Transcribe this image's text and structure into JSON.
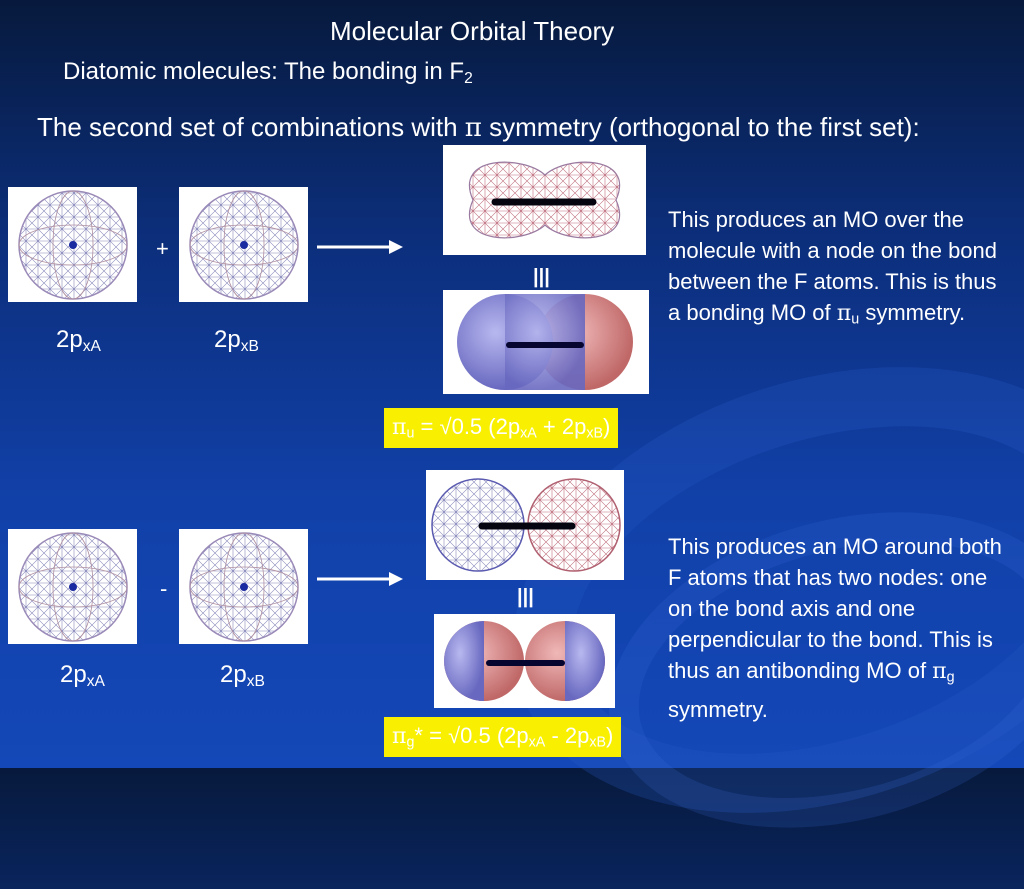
{
  "title": "Molecular Orbital Theory",
  "subtitle": {
    "prefix": "Diatomic molecules: The bonding in F",
    "sub": "2"
  },
  "intro": {
    "before": "The second set of combinations with ",
    "pi": "π",
    "after": " symmetry (orthogonal to the first set):"
  },
  "top": {
    "operator": "+",
    "equiv": "|||",
    "labelA": {
      "main": "2p",
      "sub": "xA"
    },
    "labelB": {
      "main": "2p",
      "sub": "xB"
    },
    "desc": {
      "before": "This produces an MO over the molecule with a node on the bond between the F atoms.  This is thus a bonding MO of ",
      "pi": "π",
      "sub": "u",
      "after": " symmetry."
    },
    "equation": {
      "pi": "π",
      "sub": "u",
      "eq": " = ",
      "root": "√",
      "val": "0.5 (2p",
      "s1": "xA",
      "plus": " + 2p",
      "s2": "xB",
      "close": ")"
    }
  },
  "bottom": {
    "operator": "-",
    "equiv": "|||",
    "labelA": {
      "main": "2p",
      "sub": "xA"
    },
    "labelB": {
      "main": "2p",
      "sub": "xB"
    },
    "desc": {
      "before": "This produces an MO around both F atoms that has two nodes: one on the bond axis and one perpendicular to the bond.  This is thus an antibonding MO of ",
      "pi": "π",
      "sub": "g",
      "after": " symmetry."
    },
    "equation": {
      "pi": "π",
      "sub": "g",
      "star": "*",
      "eq": " = ",
      "root": "√",
      "val": "0.5 (2p",
      "s1": "xA",
      "minus": " - 2p",
      "s2": "xB",
      "close": ")"
    }
  },
  "colors": {
    "background": "#0c2e7a",
    "highlight": "#f8f000",
    "lobe_red": "#d98a8a",
    "lobe_blue": "#8a8ad9"
  }
}
